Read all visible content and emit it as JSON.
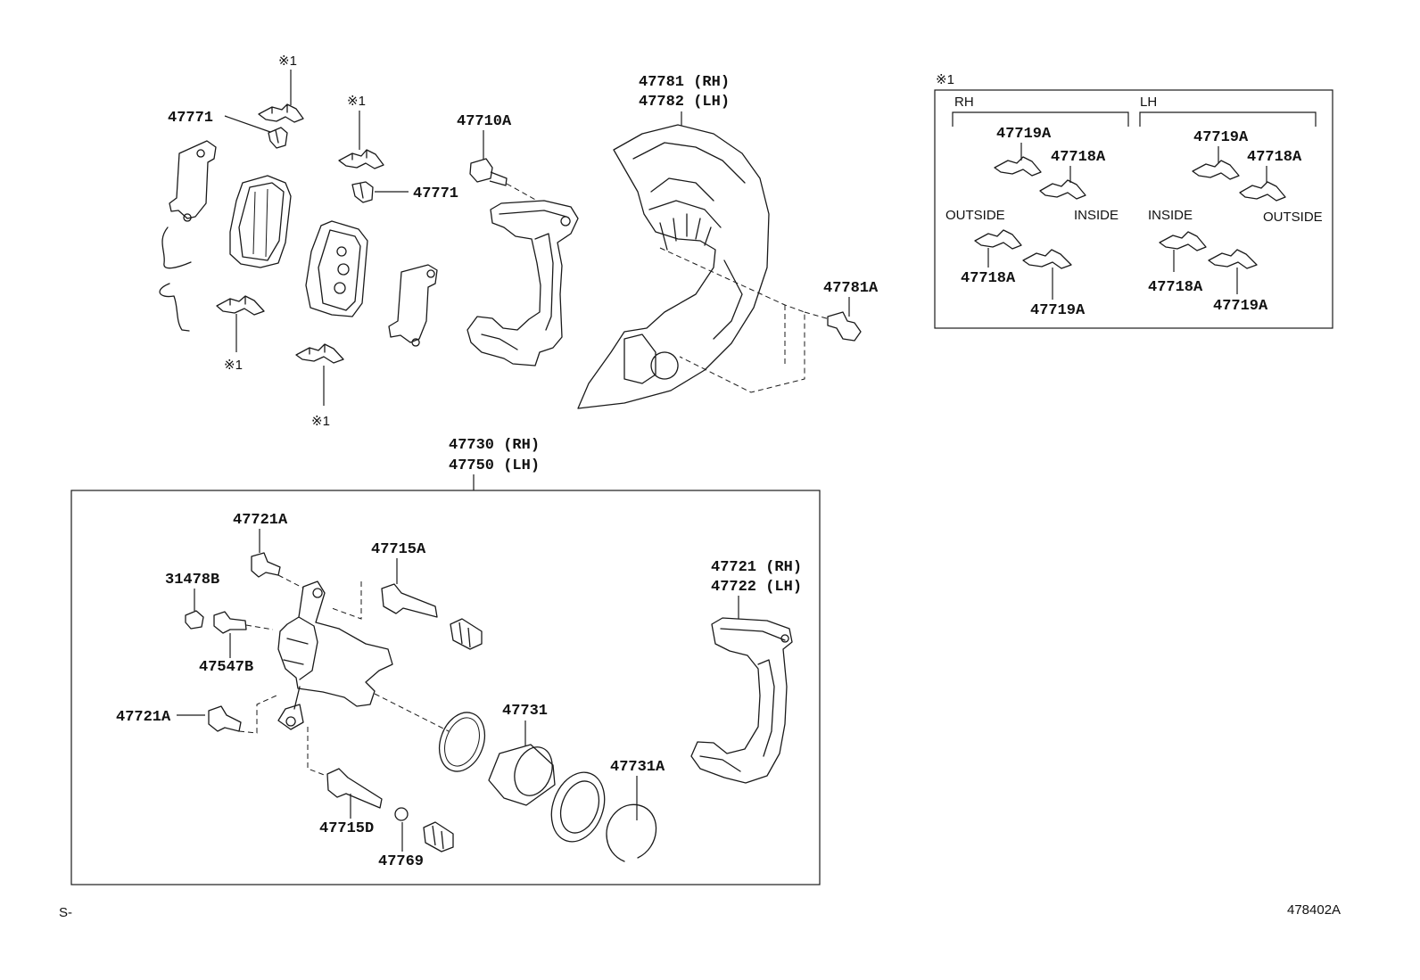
{
  "diagram_id": "478402A",
  "corner_mark": "S-",
  "note_symbol": "※1",
  "labels": {
    "p47771_top": "47771",
    "p47771_mid": "47771",
    "p47710A": "47710A",
    "p47781": "47781 (RH)",
    "p47782": "47782 (LH)",
    "p47781A": "47781A",
    "p47730": "47730 (RH)",
    "p47750": "47750 (LH)",
    "p47721A_top": "47721A",
    "p31478B": "31478B",
    "p47547B": "47547B",
    "p47721A_left": "47721A",
    "p47715A": "47715A",
    "p47731": "47731",
    "p47731A": "47731A",
    "p47715D": "47715D",
    "p47769": "47769",
    "p47721": "47721 (RH)",
    "p47722": "47722 (LH)"
  },
  "inset": {
    "note_symbol": "※1",
    "rh": {
      "header": "RH",
      "outside_label": "OUTSIDE",
      "inside_label": "INSIDE",
      "p47719A_top": "47719A",
      "p47718A_top": "47718A",
      "p47718A_bottom": "47718A",
      "p47719A_bottom": "47719A"
    },
    "lh": {
      "header": "LH",
      "inside_label": "INSIDE",
      "outside_label": "OUTSIDE",
      "p47719A_top": "47719A",
      "p47718A_top": "47718A",
      "p47718A_bottom": "47718A",
      "p47719A_bottom": "47719A"
    }
  }
}
